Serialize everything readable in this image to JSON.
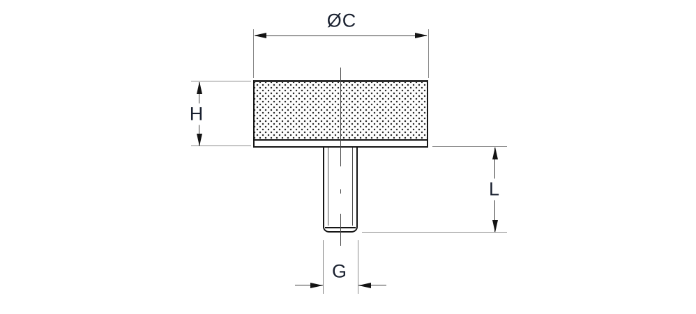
{
  "drawing": {
    "kind": "technical-drawing",
    "labels": {
      "diameter": "ØC",
      "height": "H",
      "length": "L",
      "thread": "G"
    },
    "colors": {
      "background": "#ffffff",
      "object_line": "#161616",
      "extension_line": "#8a8a8a",
      "dimension_line": "#3a3a3a",
      "centerline": "#474747",
      "label_text": "#1a2130"
    }
  }
}
